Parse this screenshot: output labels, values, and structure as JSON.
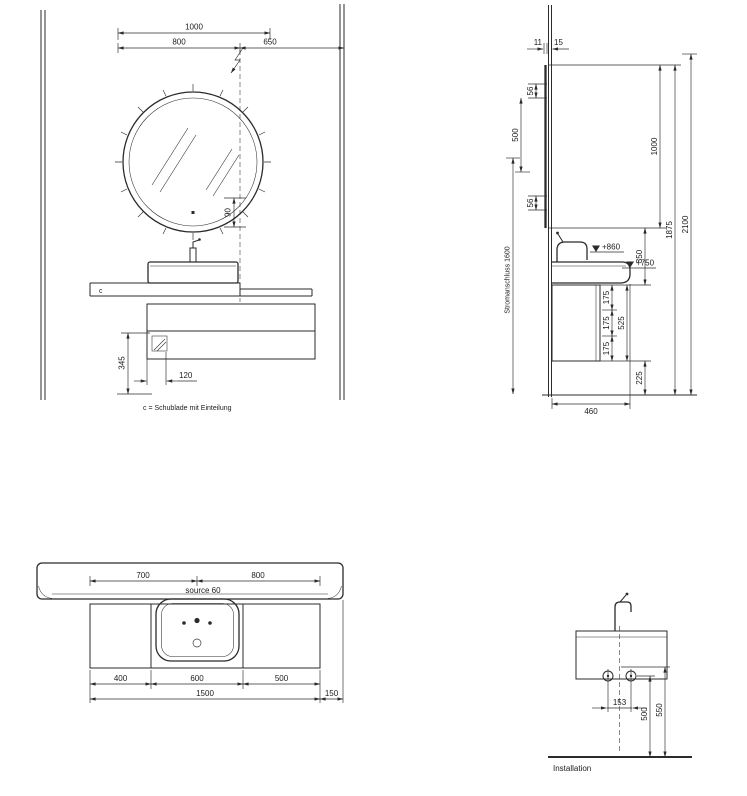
{
  "colors": {
    "line": "#2b2b2b",
    "background": "#ffffff"
  },
  "front": {
    "d1000": "1000",
    "d800": "800",
    "d650": "650",
    "d90": "90",
    "d345": "345",
    "d120": "120",
    "label_c": "c",
    "note": "c = Schublade mit Einteilung"
  },
  "side": {
    "d11": "11",
    "d15": "15",
    "d56_top": "56",
    "d500": "500",
    "d56_bottom": "56",
    "stromanschluss": "Stromanschluss 1600",
    "plus860": "+860",
    "plus750": "+750",
    "d175_1": "175",
    "d175_2": "175",
    "d175_3": "175",
    "d525": "525",
    "d350": "350",
    "d225": "225",
    "d1000": "1000",
    "d1875": "1875",
    "d2100": "2100",
    "d460": "460"
  },
  "plan": {
    "d700": "700",
    "d800": "800",
    "product": "source 60",
    "d400": "400",
    "d600": "600",
    "d500": "500",
    "d1500": "1500",
    "d150": "150"
  },
  "install": {
    "d153": "153",
    "d500": "500",
    "d550": "550",
    "title": "Installation"
  }
}
